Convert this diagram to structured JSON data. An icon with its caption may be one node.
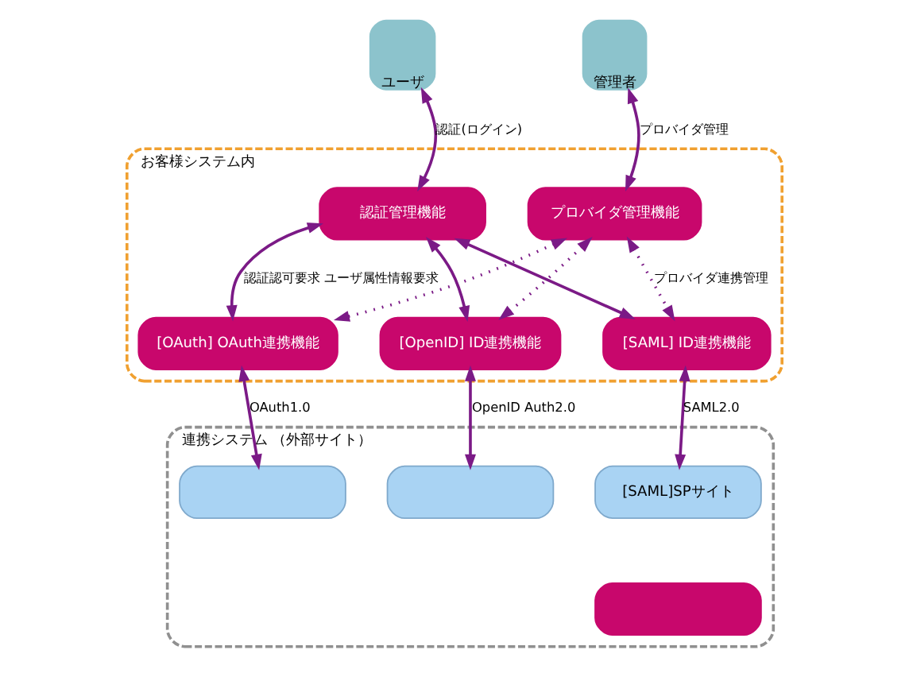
{
  "diagram": {
    "nodes": [
      {
        "text": [
          "ユーザ"
        ]
      },
      {
        "text": [
          "管理者"
        ]
      },
      {
        "text": [
          "お客様システム内"
        ]
      },
      {
        "text": [
          "認証管理機能"
        ],
        "in": 2
      },
      {
        "text": [
          "プロバイダ管理機能"
        ],
        "in": 2
      },
      {
        "text": [
          "[OAuth] OAuth連携機能"
        ],
        "in": 2
      },
      {
        "text": [
          "[OpenID] ID連携機能"
        ],
        "in": 2
      },
      {
        "text": [
          "[SAML] ID連携機能"
        ],
        "in": 2
      },
      {
        "text": [
          "連携システム （外部サイト）"
        ]
      },
      {
        "text": [],
        "shape": "box",
        "in": 8
      },
      {
        "text": [],
        "shape": "box",
        "in": 8
      },
      {
        "text": [
          "[SAML]SPサイト"
        ],
        "in": 8
      },
      {
        "text": [],
        "shape": "box",
        "in": 8
      }
    ],
    "edges": [
      {
        "from": 3,
        "to": 0,
        "arrow": "both",
        "label": "認証(ログイン)"
      },
      {
        "from": 4,
        "to": 1,
        "arrow": "both",
        "label": "プロバイダ管理"
      },
      {
        "from": 3,
        "to": 5,
        "arrow": "both",
        "label": "認証認可要求 ユーザ属性情報要求"
      },
      {
        "from": 3,
        "to": 6,
        "arrow": "both"
      },
      {
        "from": 3,
        "to": 7,
        "arrow": "both"
      },
      {
        "from": 4,
        "to": 5,
        "arrow": "both",
        "style": "dashed"
      },
      {
        "from": 4,
        "to": 6,
        "arrow": "both",
        "style": "dashed"
      },
      {
        "from": 4,
        "to": 7,
        "arrow": "both",
        "style": "dashed",
        "label": "プロバイダ連携管理"
      },
      {
        "from": 5,
        "to": 9,
        "arrow": "both",
        "label": "OAuth1.0"
      },
      {
        "from": 6,
        "to": 10,
        "arrow": "both",
        "label": "OpenID Auth2.0"
      },
      {
        "from": 7,
        "to": 11,
        "arrow": "both",
        "label": "SAML2.0"
      }
    ]
  }
}
